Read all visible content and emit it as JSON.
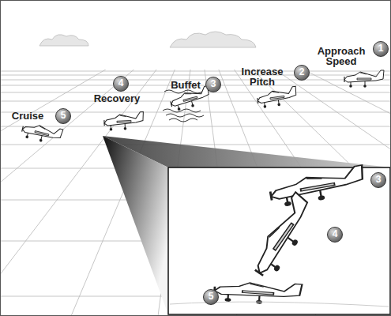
{
  "diagram": {
    "nodes": [
      {
        "text": [
          "Approach Speed",
          "1"
        ]
      },
      {
        "text": [
          "Increase Pitch",
          "2"
        ]
      },
      {
        "text": [
          "Buffet",
          "3"
        ]
      },
      {
        "text": [
          "Recovery",
          "4"
        ]
      },
      {
        "text": [
          "Cruise",
          "5"
        ]
      },
      {
        "text": [
          "3"
        ]
      },
      {
        "text": [
          "4"
        ]
      },
      {
        "text": [
          "5"
        ]
      }
    ]
  }
}
